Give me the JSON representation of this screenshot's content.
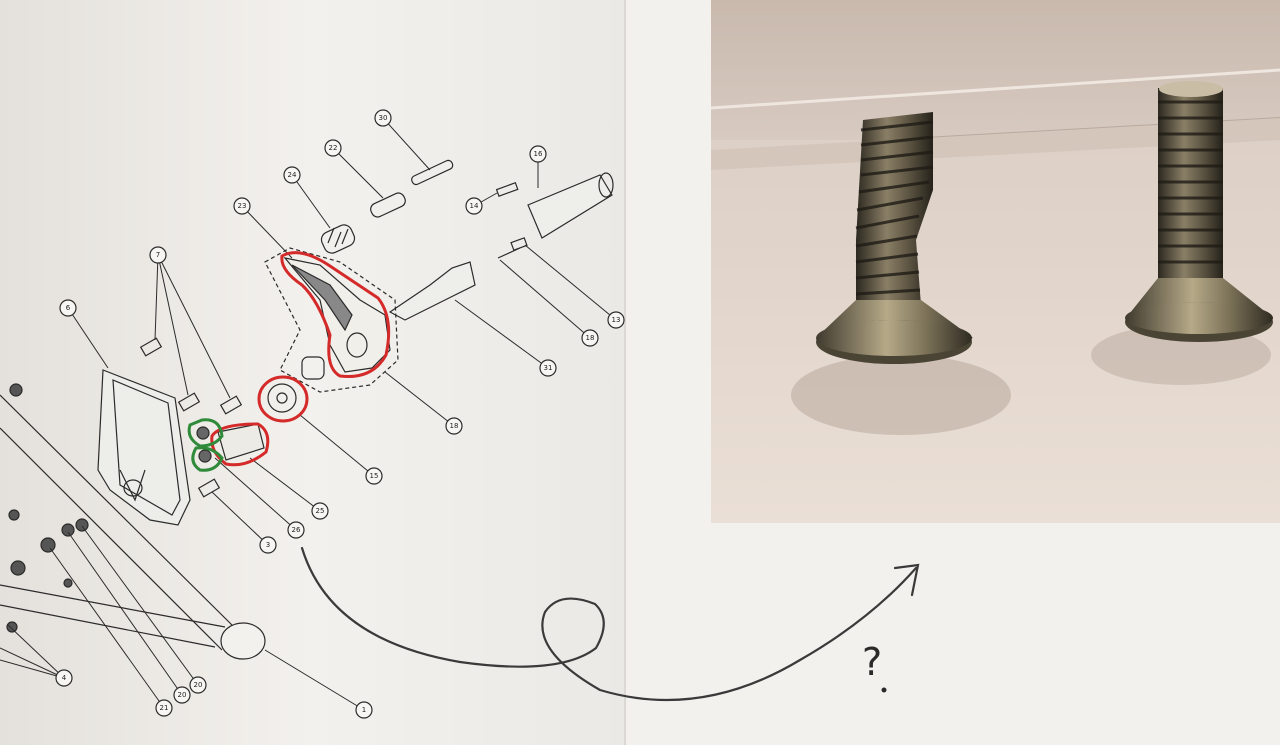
{
  "drawing": {
    "callouts": [
      {
        "id": "c-top-pin",
        "label": "30"
      },
      {
        "id": "c-bushing",
        "label": "22"
      },
      {
        "id": "c-spring",
        "label": "24"
      },
      {
        "id": "c-lever",
        "label": "23"
      },
      {
        "id": "c-roll-pin",
        "label": "16"
      },
      {
        "id": "c-small-screw",
        "label": "14"
      },
      {
        "id": "c-plunger",
        "label": "31"
      },
      {
        "id": "c-pin-a",
        "label": "18"
      },
      {
        "id": "c-pin-b",
        "label": "13"
      },
      {
        "id": "c-lever-body",
        "label": "18"
      },
      {
        "id": "c-washer",
        "label": "15"
      },
      {
        "id": "c-block",
        "label": "25"
      },
      {
        "id": "c-screws-pair",
        "label": "26"
      },
      {
        "id": "c-bolt",
        "label": "3"
      },
      {
        "id": "c-bolts-group",
        "label": "7"
      },
      {
        "id": "c-frame",
        "label": "6"
      },
      {
        "id": "c-tube",
        "label": "1"
      },
      {
        "id": "c-left-group",
        "label": "4"
      },
      {
        "id": "c-nut-a",
        "label": "21"
      },
      {
        "id": "c-nut-b",
        "label": "20"
      },
      {
        "id": "c-nut-c",
        "label": "20"
      }
    ],
    "annotation": "?",
    "highlight_colors": {
      "red": "#d42a2a",
      "green": "#2f8a3a"
    }
  },
  "photo": {
    "subject": "two countersunk machine screws",
    "colors": {
      "wall": "#d9cbc0",
      "table": "#e3d6cc",
      "metal": "#6e6651"
    }
  }
}
